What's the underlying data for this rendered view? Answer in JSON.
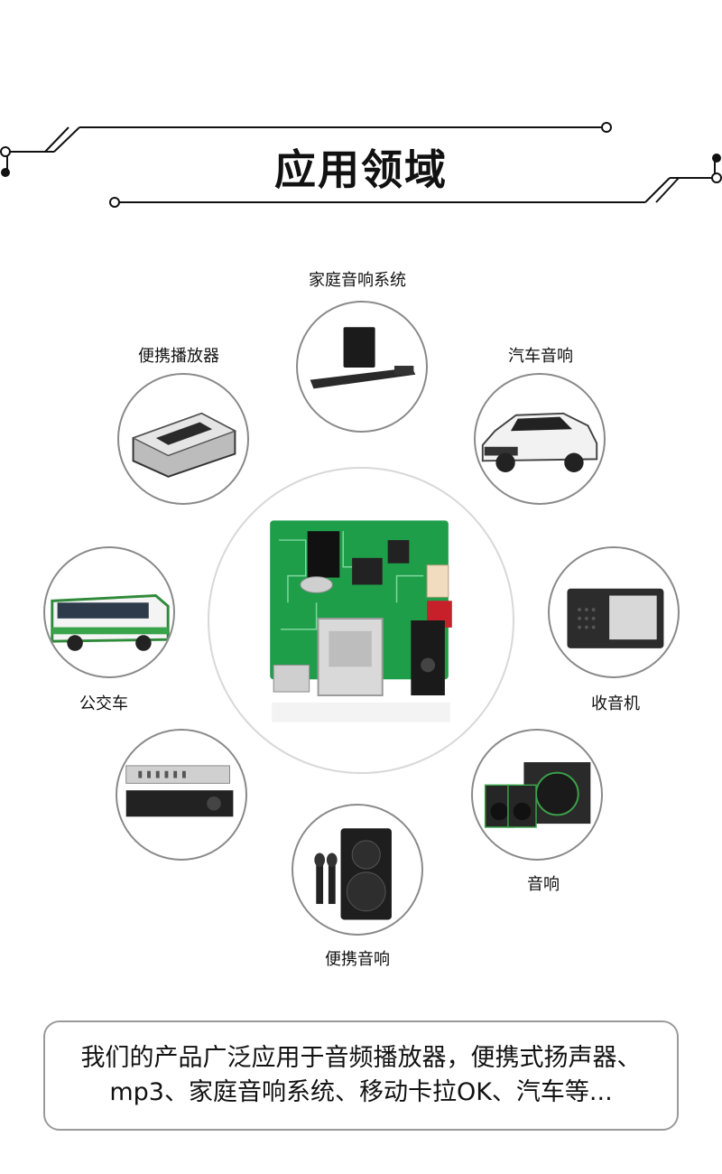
{
  "header": {
    "title": "应用领域"
  },
  "applications": [
    {
      "label": "家庭音响系统",
      "icon": "soundbar-icon"
    },
    {
      "label": "便携播放器",
      "icon": "cassette-player-icon"
    },
    {
      "label": "汽车音响",
      "icon": "car-icon"
    },
    {
      "label": "公交车",
      "icon": "bus-icon"
    },
    {
      "label": "收音机",
      "icon": "radio-icon"
    },
    {
      "label": "音响",
      "icon": "speaker-icon"
    },
    {
      "label": "便携音响",
      "icon": "portable-speaker-icon"
    },
    {
      "label": "",
      "icon": "amplifier-icon"
    }
  ],
  "description": {
    "line1": "我们的产品广泛应用于音频播放器，便携式扬声器、",
    "line2": "mp3、家庭音响系统、移动卡拉OK、汽车等..."
  },
  "colors": {
    "line": "#111111",
    "circle_border": "#8a8a8a",
    "pcb_green": "#1f9e4a"
  }
}
